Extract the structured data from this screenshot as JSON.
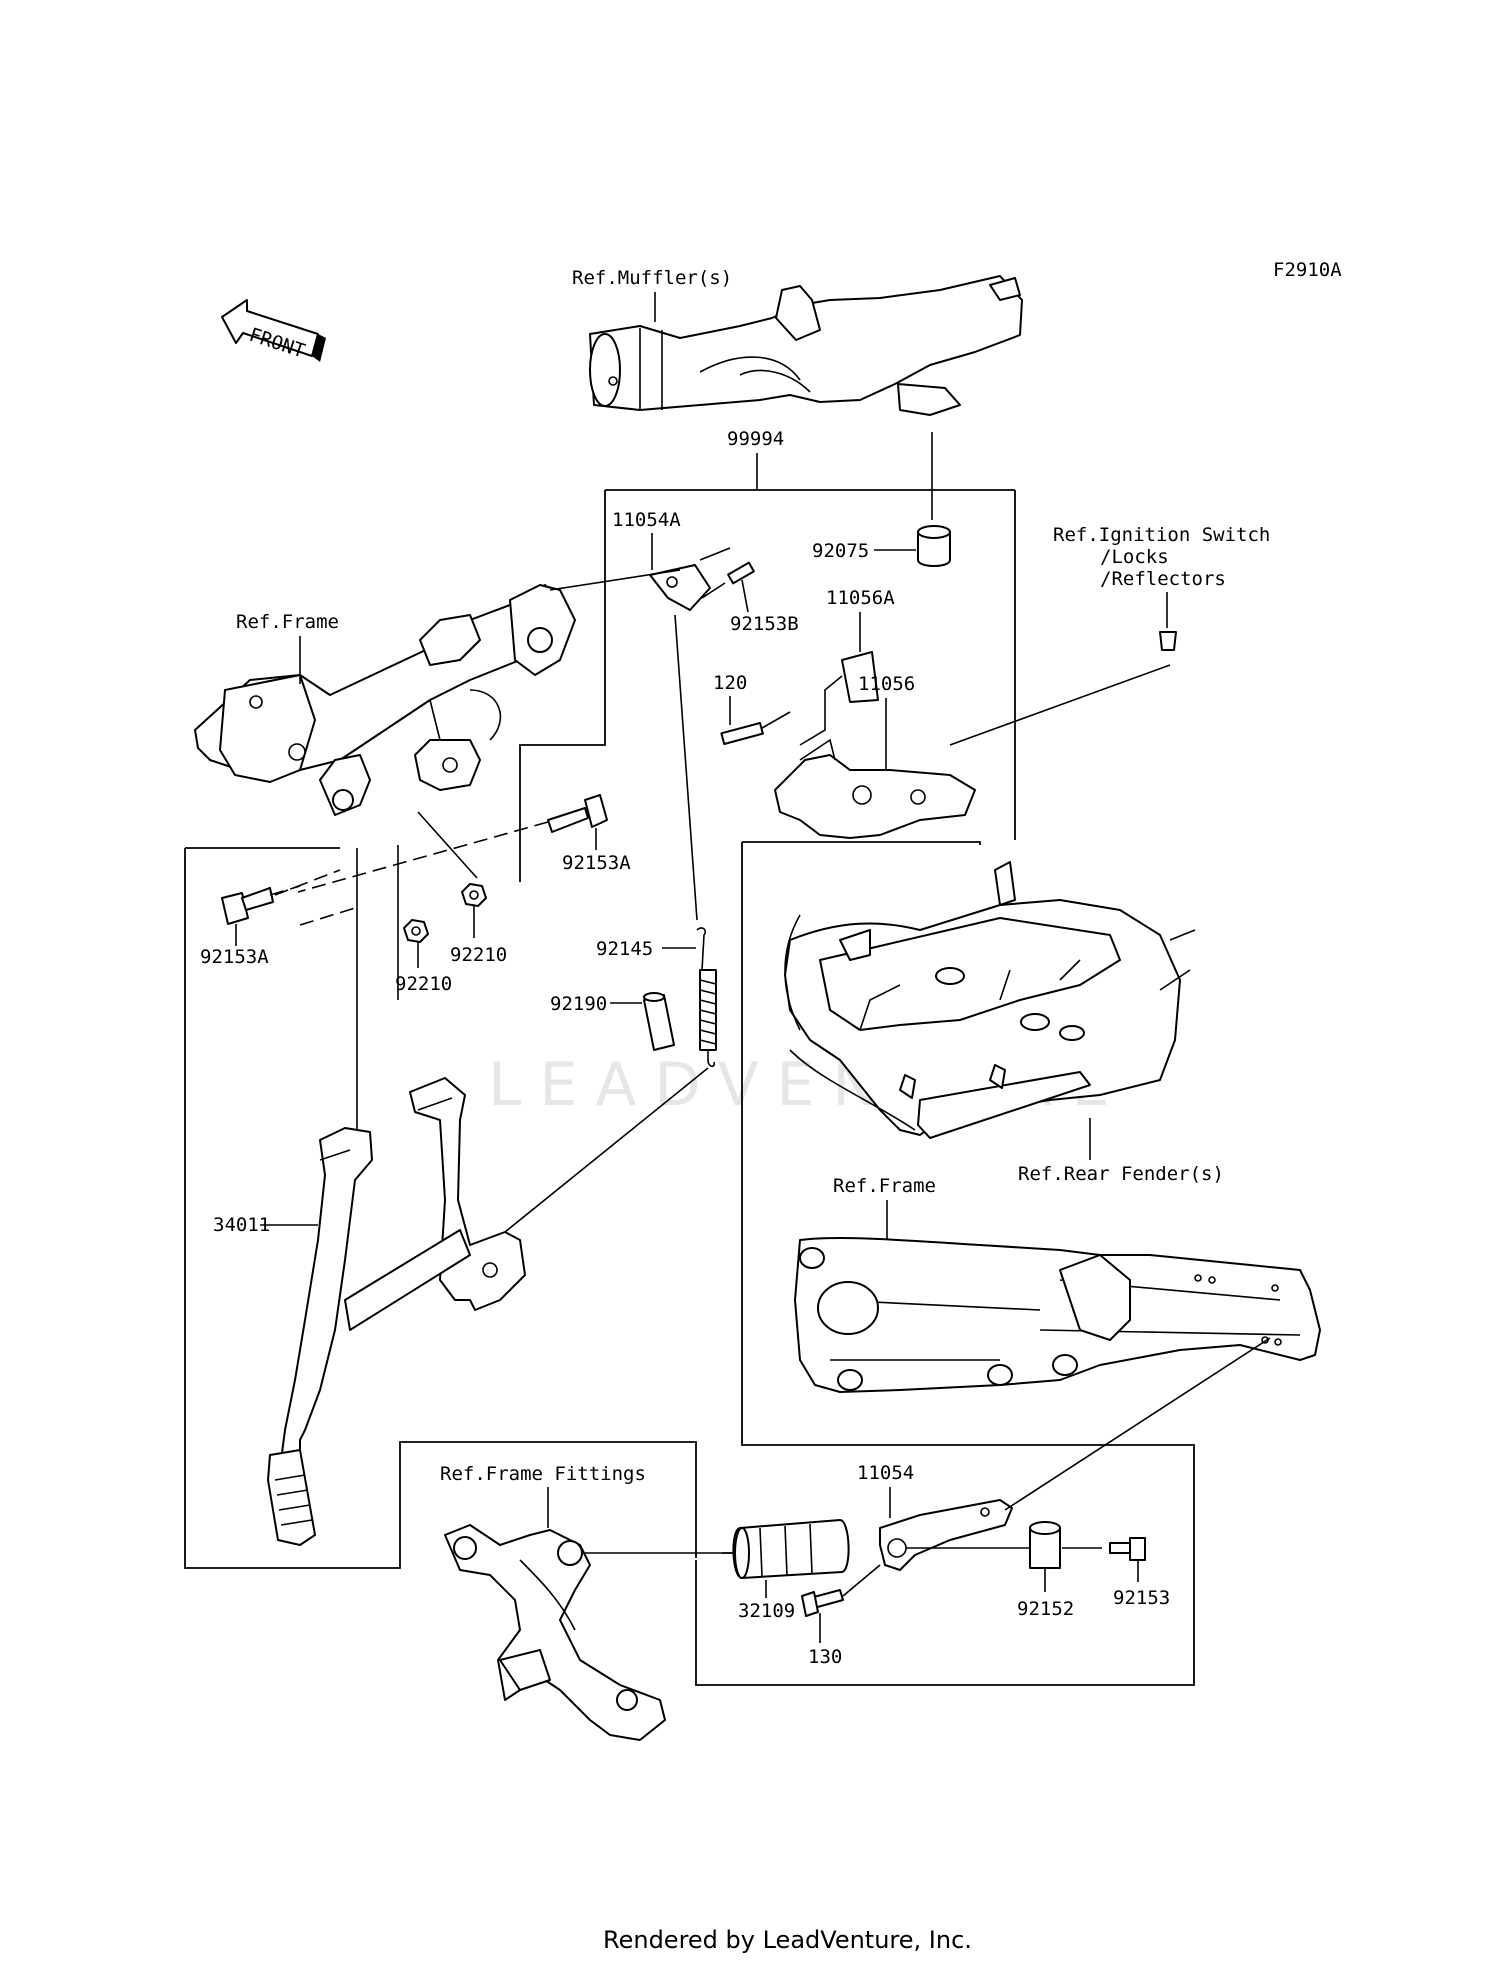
{
  "diagram": {
    "code": "F2910A",
    "front_label": "FRONT",
    "watermark": "LEADVENTURE",
    "footer": "Rendered by LeadVenture, Inc.",
    "ref_labels": {
      "muffler": "Ref.Muffler(s)",
      "frame_left": "Ref.Frame",
      "ignition_1": "Ref.Ignition Switch",
      "ignition_2": "/Locks",
      "ignition_3": "/Reflectors",
      "rear_fender": "Ref.Rear Fender(s)",
      "frame_right": "Ref.Frame",
      "frame_fittings": "Ref.Frame Fittings"
    },
    "parts": {
      "p99994": "99994",
      "p11054A": "11054A",
      "p92153B": "92153B",
      "p92075": "92075",
      "p11056A": "11056A",
      "p120": "120",
      "p11056": "11056",
      "p92153A_mid": "92153A",
      "p92153A_left": "92153A",
      "p92210_right": "92210",
      "p92210_left": "92210",
      "p92145": "92145",
      "p92190": "92190",
      "p34011": "34011",
      "p11054": "11054",
      "p32109": "32109",
      "p130": "130",
      "p92152": "92152",
      "p92153": "92153"
    }
  }
}
